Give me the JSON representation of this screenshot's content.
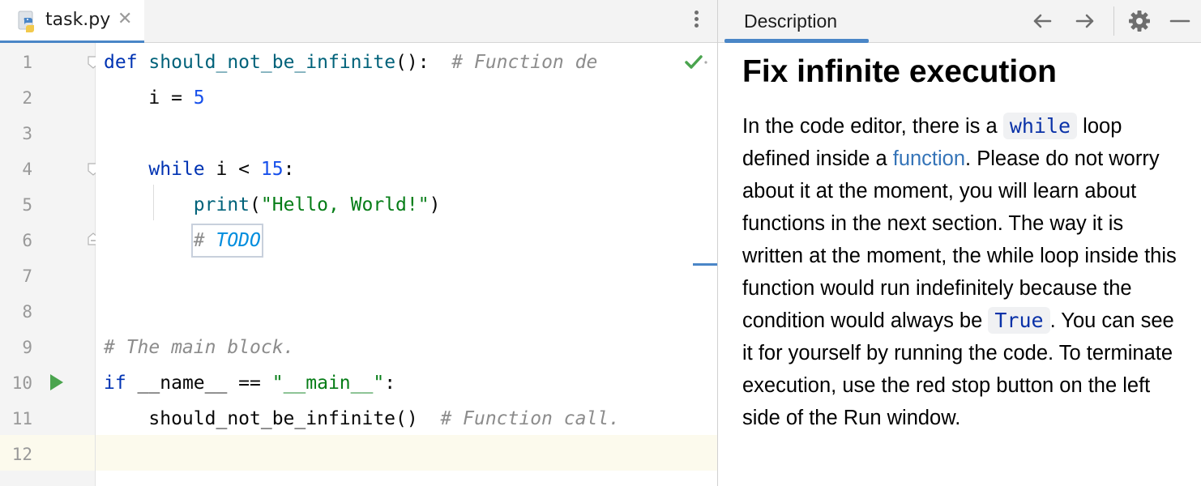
{
  "editor": {
    "tab": {
      "file_name": "task.py",
      "close_glyph": "✕",
      "icon": "python-file-icon"
    },
    "line_numbers": [
      "1",
      "2",
      "3",
      "4",
      "5",
      "6",
      "7",
      "8",
      "9",
      "10",
      "11",
      "12"
    ],
    "lines": {
      "l1": {
        "kw": "def",
        "fn": "should_not_be_infinite",
        "punct": "():",
        "comment": "# Function de"
      },
      "l2": {
        "name": "i = ",
        "num": "5"
      },
      "l4": {
        "kw": "while",
        "text": " i < ",
        "num": "15",
        "punct": ":"
      },
      "l5": {
        "fn": "print",
        "open": "(",
        "str": "\"Hello, World!\"",
        "close": ")"
      },
      "l6": {
        "hash": "# ",
        "todo": "TODO"
      },
      "l9": {
        "comment": "# The main block."
      },
      "l10": {
        "kw": "if",
        "text": " __name__ == ",
        "str": "\"__main__\"",
        "punct": ":"
      },
      "l11": {
        "call": "should_not_be_infinite()",
        "comment": "# Function call."
      }
    },
    "colors": {
      "keyword": "#0033b3",
      "string": "#067d17",
      "number": "#1750eb",
      "comment": "#8c8c8c",
      "todo": "#008dde",
      "run": "#4aa44e",
      "accent": "#4a86c7"
    }
  },
  "description": {
    "tab_label": "Description",
    "title": "Fix infinite execution",
    "para": {
      "p1": "In the code editor, there is a",
      "code1": "while",
      "p2": "loop defined inside a",
      "link": "function",
      "p3": ". Please do not worry about it at the moment, you will learn about functions in the next section. The way it is written at the moment, the while loop inside this function would run indefinitely because the condition would always be",
      "code2": "True",
      "p4": ". You can see it for yourself by running the code. To terminate execution, use the red stop button on the left side of the Run window."
    },
    "icons": [
      "arrow-left-icon",
      "arrow-right-icon",
      "gear-icon",
      "minimize-icon"
    ]
  }
}
